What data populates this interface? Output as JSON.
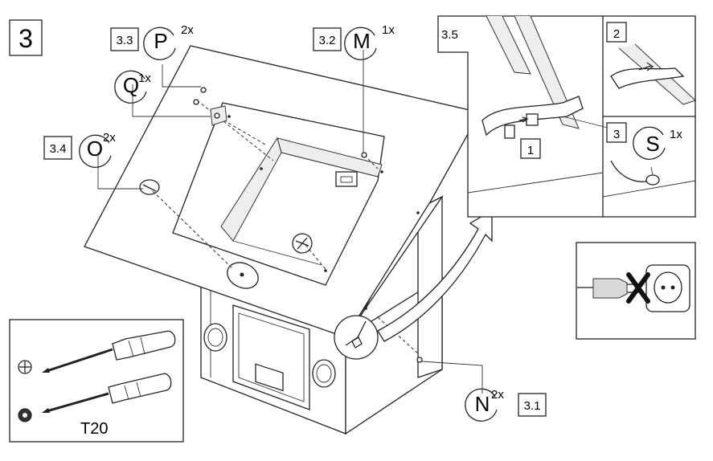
{
  "figure": {
    "step_number": "3",
    "callouts": [
      {
        "step": "3.3",
        "letter": "P",
        "qty": "2x"
      },
      {
        "step": "3.2",
        "letter": "M",
        "qty": "1x"
      },
      {
        "step": "",
        "letter": "Q",
        "qty": "1x"
      },
      {
        "step": "3.4",
        "letter": "O",
        "qty": "2x"
      },
      {
        "step": "3.1",
        "letter": "N",
        "qty": "2x"
      }
    ],
    "detail": {
      "label": "3.5",
      "sub_labels": [
        "1",
        "2",
        "3"
      ],
      "clip_callout": {
        "letter": "S",
        "qty": "1x"
      }
    },
    "tools": {
      "label": "T20",
      "items": [
        "phillips-screwdriver",
        "torx-screwdriver"
      ]
    },
    "safety_icon": "unplug-before-work"
  }
}
